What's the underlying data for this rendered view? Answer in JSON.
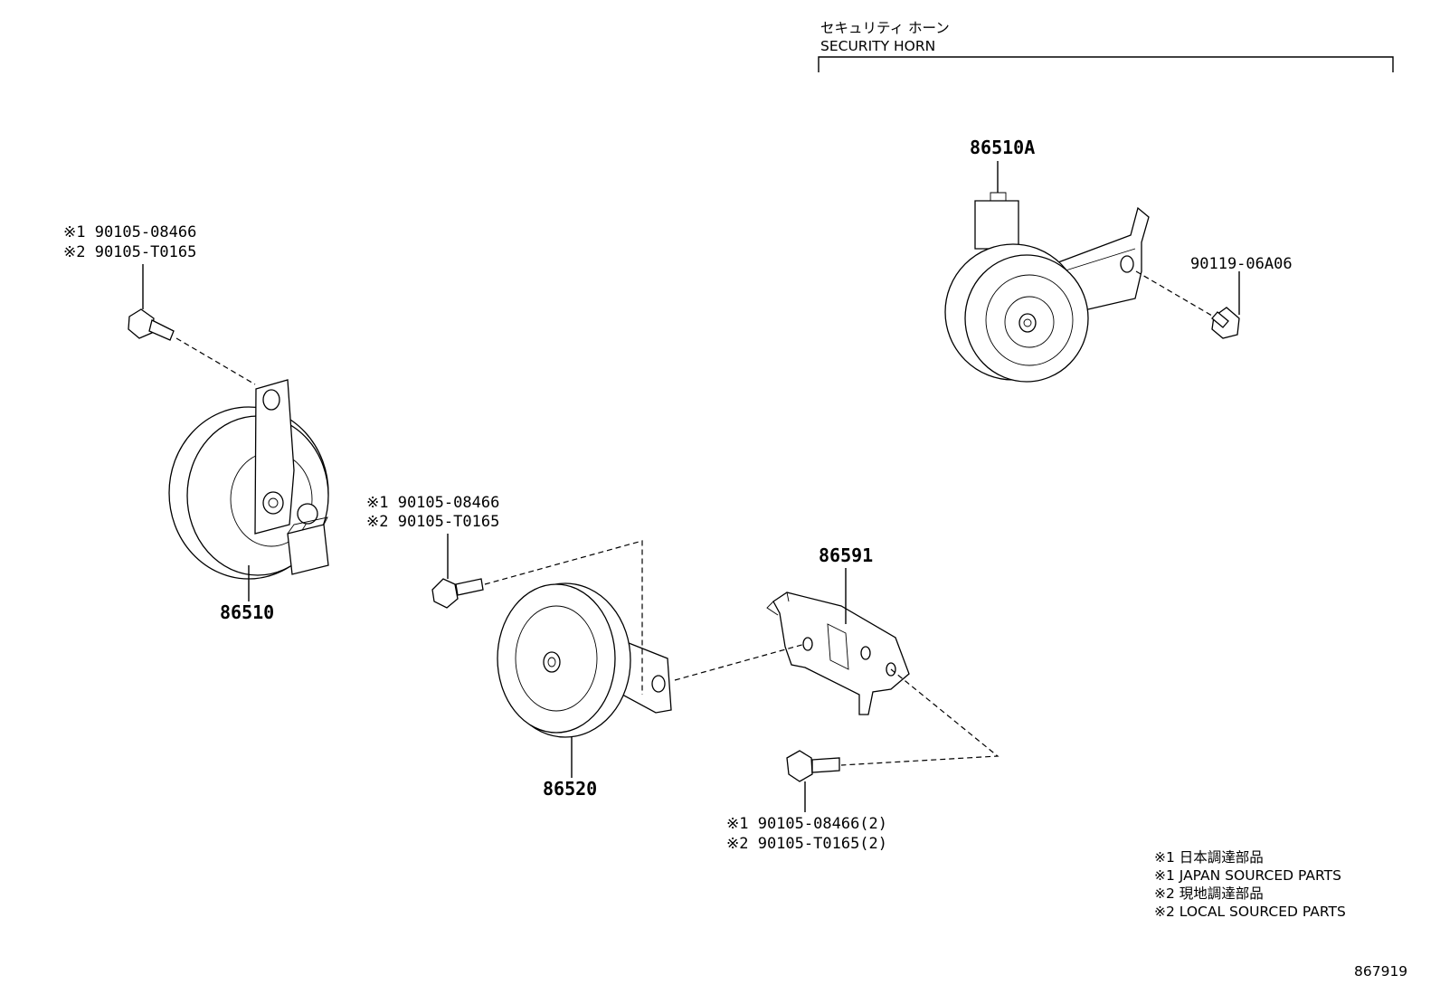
{
  "header": {
    "title_jp": "セキュリティ ホーン",
    "title_en": "SECURITY HORN"
  },
  "parts": {
    "p86510a": "86510A",
    "p90119": "90119-06A06",
    "p86510": "86510",
    "p86520": "86520",
    "p86591": "86591",
    "bolt_left_1": "※1 90105-08466",
    "bolt_left_2": "※2 90105-T0165",
    "bolt_mid_1": "※1 90105-08466",
    "bolt_mid_2": "※2 90105-T0165",
    "bolt_bottom_1": "※1 90105-08466(2)",
    "bolt_bottom_2": "※2 90105-T0165(2)"
  },
  "legend": {
    "l1": "※1 日本調達部品",
    "l2": "※1 JAPAN SOURCED PARTS",
    "l3": "※2 現地調達部品",
    "l4": "※2 LOCAL SOURCED PARTS"
  },
  "figure_id": "867919"
}
